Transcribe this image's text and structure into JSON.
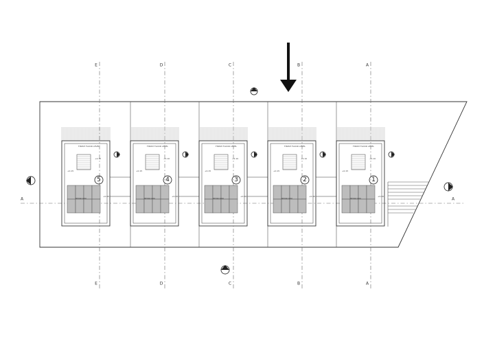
{
  "units": [
    {
      "number": "5",
      "top_label": "FINISH FLOOR LEVEL",
      "module_label": "BEDROOM",
      "level_a": "+2.10",
      "level_b": "+0.15",
      "level_c": "+0.00"
    },
    {
      "number": "4",
      "top_label": "FINISH FLOOR LEVEL",
      "module_label": "BEDROOM",
      "level_a": "+2.10",
      "level_b": "+0.15",
      "level_c": "+0.00"
    },
    {
      "number": "3",
      "top_label": "FINISH FLOOR LEVEL",
      "module_label": "BEDROOM",
      "level_a": "+2.10",
      "level_b": "+0.15",
      "level_c": "+0.00"
    },
    {
      "number": "2",
      "top_label": "FINISH FLOOR LEVEL",
      "module_label": "BEDROOM",
      "level_a": "+2.10",
      "level_b": "+0.15",
      "level_c": "+0.00"
    },
    {
      "number": "1",
      "top_label": "FINISH FLOOR LEVEL",
      "module_label": "BEDROOM",
      "level_a": "+2.10",
      "level_b": "+0.15",
      "level_c": "+0.00"
    }
  ],
  "grid_axes": [
    "E",
    "D",
    "C",
    "B",
    "A"
  ],
  "section_label": "A",
  "colors": {
    "line": "#333333",
    "light": "#777777",
    "arrow": "#111111"
  }
}
